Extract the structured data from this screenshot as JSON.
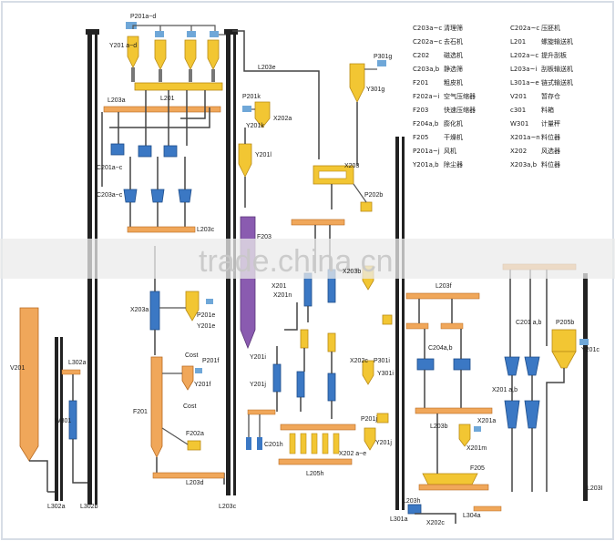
{
  "watermark": "trade.china.cn",
  "labels": {
    "p201_top": "P201a~d",
    "y201_top": "Y201\na~d",
    "l203_top": "L203a",
    "l201": "L201",
    "l203e_top": "L203e",
    "c201_top": "C201a~c",
    "c203": "C203a~c",
    "l203c": "L203c",
    "p201k": "P201k",
    "y201k": "Y201k",
    "x202a": "X202a",
    "y201l": "Y201l",
    "p301g": "P301g",
    "y301g": "Y301g",
    "x203": "X203",
    "f203": "F203",
    "p202b": "P202b",
    "x203a": "X203a",
    "p201e": "P201e",
    "y201e": "Y201e",
    "cost1": "Cost",
    "p201f": "P201f",
    "y201f": "Y201f",
    "cost2": "Cost",
    "f201": "F201",
    "f202a": "F202a",
    "l203d": "L203d",
    "l203c_bot": "L203c",
    "v201": "V201",
    "l302a_top": "L302a",
    "w301": "W301",
    "l302a": "L302a",
    "l302b": "L302b",
    "x201_y": "X201",
    "x201n": "X201n",
    "y201i": "Y201i",
    "y201j": "Y201j",
    "x203b": "X203b",
    "x202c": "X202c",
    "c201h": "C201h",
    "l205h": "L205h",
    "x202e": "X202\na~e",
    "p201j": "P201j",
    "y201j2": "Y201j",
    "p301i": "P301i",
    "y301i": "Y301i",
    "l203f": "L203f",
    "c204": "C204a,b",
    "x201a": "X201a",
    "x201m": "X201m",
    "f205": "F205",
    "l203h": "L203h",
    "l304a": "L304a",
    "l301a": "L301a",
    "x202c2": "X202c",
    "l203b": "L203b",
    "c201ab": "C201\na,b",
    "p205b": "P205b",
    "y201c": "Y201c",
    "x201ab": "X201\na,b",
    "l203i": "L203I"
  },
  "legend": [
    {
      "code": "C203a~c",
      "name": "清理筛"
    },
    {
      "code": "C202a~c",
      "name": "去石机"
    },
    {
      "code": "C202",
      "name": "磁选机"
    },
    {
      "code": "C203a,b",
      "name": "静选筛"
    },
    {
      "code": "F201",
      "name": "粗皮机"
    },
    {
      "code": "F202a~i",
      "name": "空气压缩器"
    },
    {
      "code": "F203",
      "name": "快速压缩器"
    },
    {
      "code": "F204a,b",
      "name": "膨化机"
    },
    {
      "code": "F205",
      "name": "干燥机"
    },
    {
      "code": "P201a~j",
      "name": "风机"
    },
    {
      "code": "Y201a,b",
      "name": "除尘器"
    },
    {
      "code": "C202a~c",
      "name": "压胚机"
    },
    {
      "code": "L201",
      "name": "螺旋输送机"
    },
    {
      "code": "L202a~c",
      "name": "提升刮板"
    },
    {
      "code": "L203a~i",
      "name": "刮板输送机"
    },
    {
      "code": "L301a~e",
      "name": "链式输送机"
    },
    {
      "code": "V201",
      "name": "暂存仓"
    },
    {
      "code": "c301",
      "name": "料箱"
    },
    {
      "code": "W301",
      "name": "计量秤"
    },
    {
      "code": "X201a~n",
      "name": "料位器"
    },
    {
      "code": "X202",
      "name": "风选器"
    },
    {
      "code": "X203a,b",
      "name": "料位器"
    }
  ]
}
